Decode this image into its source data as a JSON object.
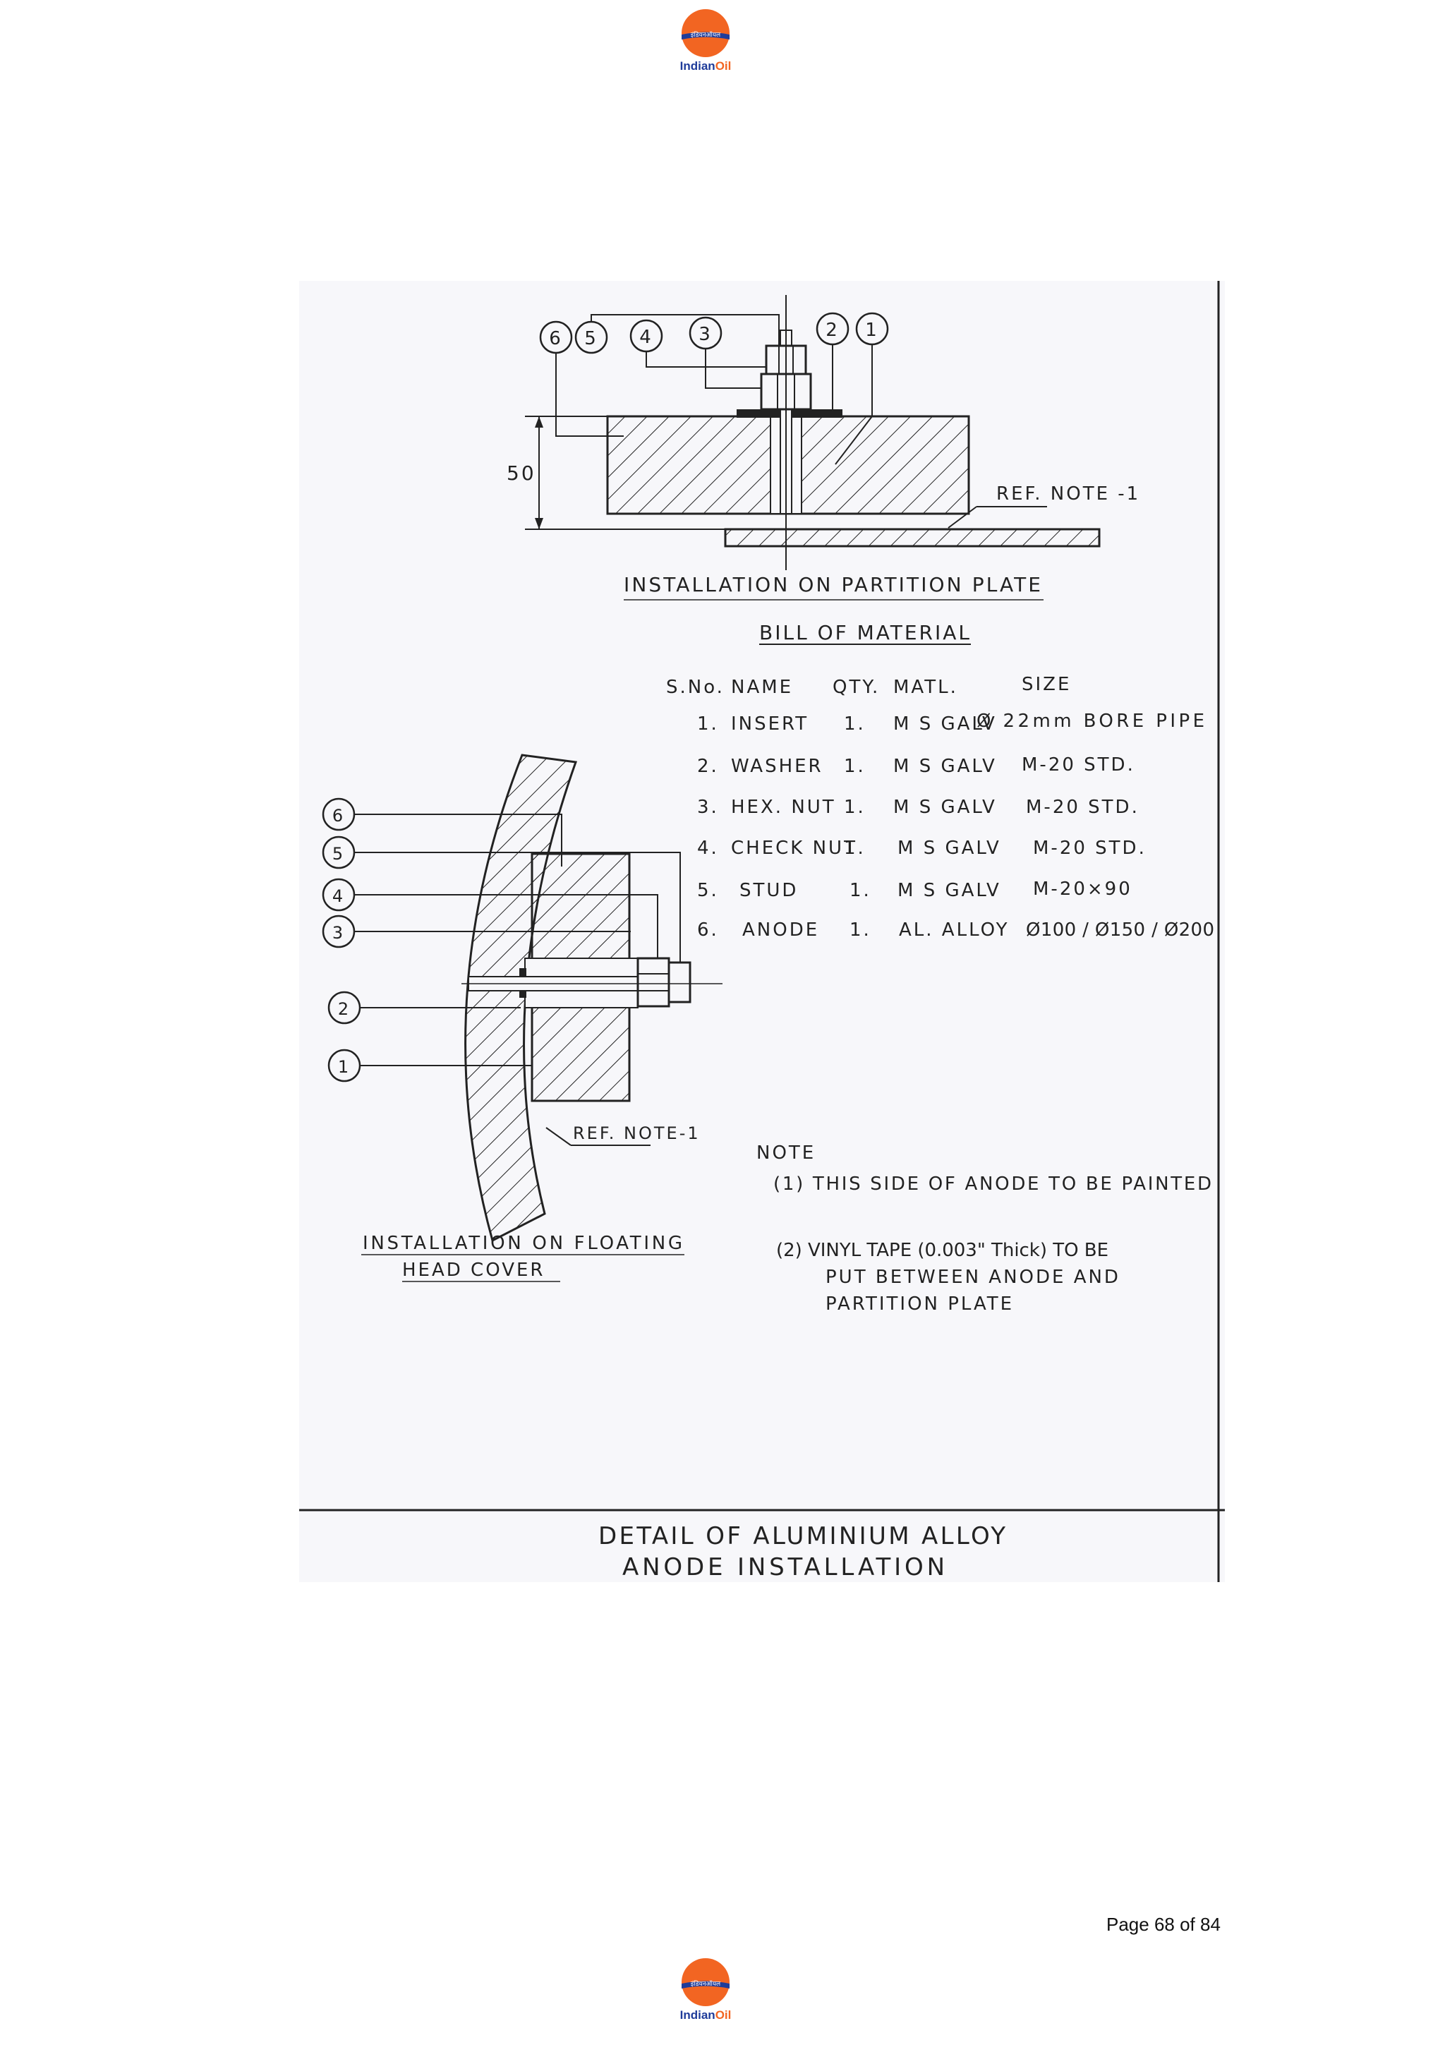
{
  "header": {
    "logo_hindi": "इंडियनऑयल",
    "logo_brand_a": "Indian",
    "logo_brand_b": "Oil"
  },
  "footer": {
    "logo_hindi": "इंडियनऑयल",
    "logo_brand_a": "Indian",
    "logo_brand_b": "Oil",
    "page_number": "Page 68 of 84"
  },
  "drawing": {
    "dimension_label": "50",
    "ref_note_top": "REF. NOTE -1",
    "ref_note_bottom": "REF. NOTE-1",
    "caption_partition": "INSTALLATION ON PARTITION PLATE",
    "caption_floating_line1": "INSTALLATION ON FLOATING",
    "caption_floating_line2": "HEAD COVER",
    "balloons_top": [
      "6",
      "5",
      "4",
      "3",
      "2",
      "1"
    ],
    "balloons_left": [
      "6",
      "5",
      "4",
      "3",
      "2",
      "1"
    ],
    "bom": {
      "title": "BILL OF MATERIAL",
      "headers": [
        "S.No.",
        "NAME",
        "QTY.",
        "MATL.",
        "SIZE"
      ],
      "rows": [
        [
          "1.",
          "INSERT",
          "1.",
          "M S GALV",
          "Ø 22mm BORE PIPE"
        ],
        [
          "2.",
          "WASHER",
          "1.",
          "M S GALV",
          "M-20 STD."
        ],
        [
          "3.",
          "HEX. NUT",
          "1.",
          "M S GALV",
          "M-20 STD."
        ],
        [
          "4.",
          "CHECK NUT",
          "1.",
          "M S GALV",
          "M-20 STD."
        ],
        [
          "5.",
          "STUD",
          "1.",
          "M S GALV",
          "M-20×90"
        ],
        [
          "6.",
          "ANODE",
          "1.",
          "AL. ALLOY",
          "Ø100 / Ø150 / Ø200"
        ]
      ]
    },
    "note_title": "NOTE",
    "note_1": "(1) THIS SIDE OF ANODE TO BE PAINTED",
    "note_2_line1": "(2) VINYL TAPE (0.003\" Thick) TO BE",
    "note_2_line2": "PUT BETWEEN ANODE AND",
    "note_2_line3": "PARTITION PLATE",
    "title_line1": "DETAIL OF ALUMINIUM ALLOY",
    "title_line2": "ANODE INSTALLATION"
  }
}
